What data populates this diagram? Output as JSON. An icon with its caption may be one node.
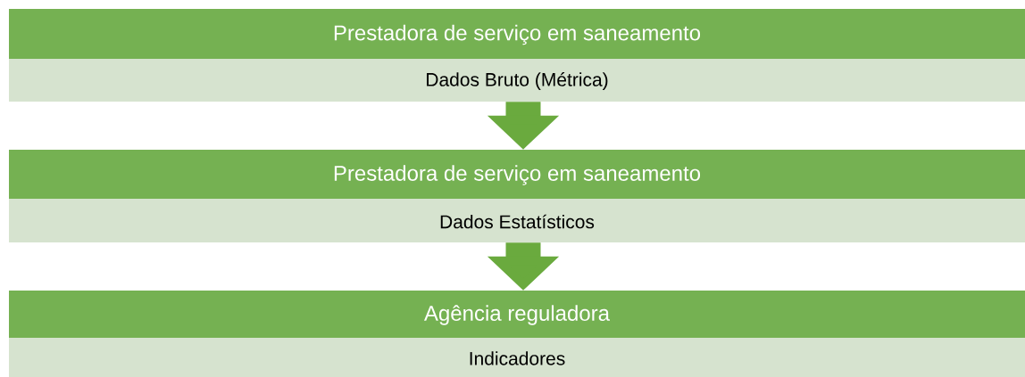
{
  "diagram": {
    "nodes": [
      {
        "text": [
          "Prestadora de serviço em saneamento",
          "Dados Bruto (Métrica)"
        ]
      },
      {
        "text": [
          "Prestadora de serviço em saneamento",
          "Dados Estatísticos"
        ]
      },
      {
        "text": [
          "Agência reguladora",
          "Indicadores"
        ]
      }
    ],
    "edges": [
      {
        "from": 0,
        "to": 1,
        "arrow": "to"
      },
      {
        "from": 1,
        "to": 2,
        "arrow": "to"
      }
    ]
  }
}
